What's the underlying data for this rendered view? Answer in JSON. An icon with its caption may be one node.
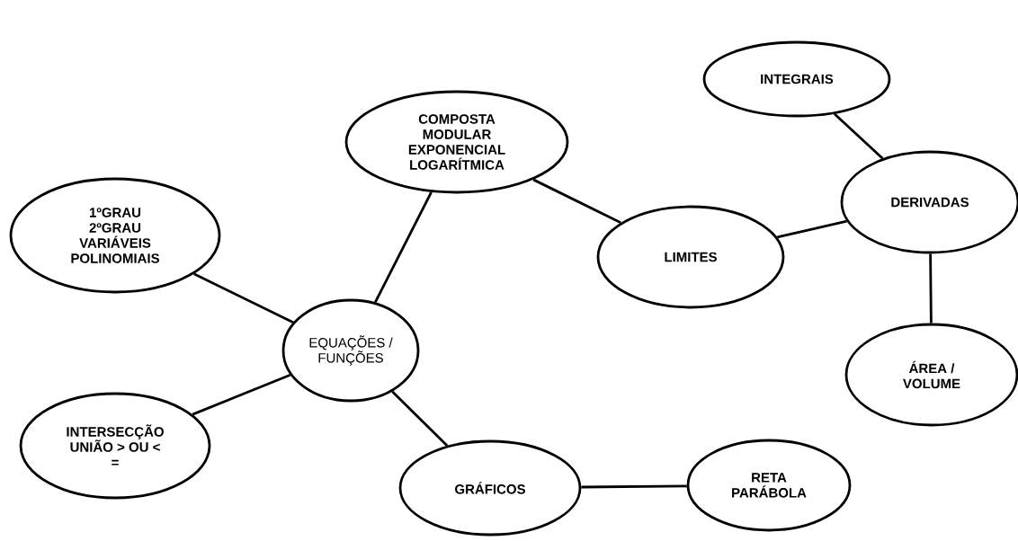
{
  "diagram": {
    "nodes": [
      {
        "text": [
          "COMPOSTA",
          "MODULAR",
          "EXPONENCIAL",
          "LOGARÍTMICA"
        ]
      },
      {
        "text": [
          "1ºGRAU",
          "2ºGRAU",
          "VARIÁVEIS",
          "POLINOMIAIS"
        ]
      },
      {
        "text": [
          "INTERSECÇÃO",
          "UNIÃO > OU <",
          "="
        ]
      },
      {
        "text": [
          "EQUAÇÕES /",
          "FUNÇÕES"
        ]
      },
      {
        "text": [
          "LIMITES"
        ]
      },
      {
        "text": [
          "INTEGRAIS"
        ]
      },
      {
        "text": [
          "DERIVADAS"
        ]
      },
      {
        "text": [
          "ÁREA /",
          "VOLUME"
        ]
      },
      {
        "text": [
          "GRÁFICOS"
        ]
      },
      {
        "text": [
          "RETA",
          "PARÁBOLA"
        ]
      }
    ],
    "edges": [
      {
        "from": 1,
        "to": 3,
        "arrow": "none"
      },
      {
        "from": 2,
        "to": 3,
        "arrow": "none"
      },
      {
        "from": 3,
        "to": 0,
        "arrow": "none"
      },
      {
        "from": 3,
        "to": 8,
        "arrow": "none"
      },
      {
        "from": 0,
        "to": 4,
        "arrow": "none"
      },
      {
        "from": 4,
        "to": 6,
        "arrow": "none"
      },
      {
        "from": 5,
        "to": 6,
        "arrow": "none"
      },
      {
        "from": 6,
        "to": 7,
        "arrow": "none"
      },
      {
        "from": 8,
        "to": 9,
        "arrow": "none"
      }
    ]
  }
}
